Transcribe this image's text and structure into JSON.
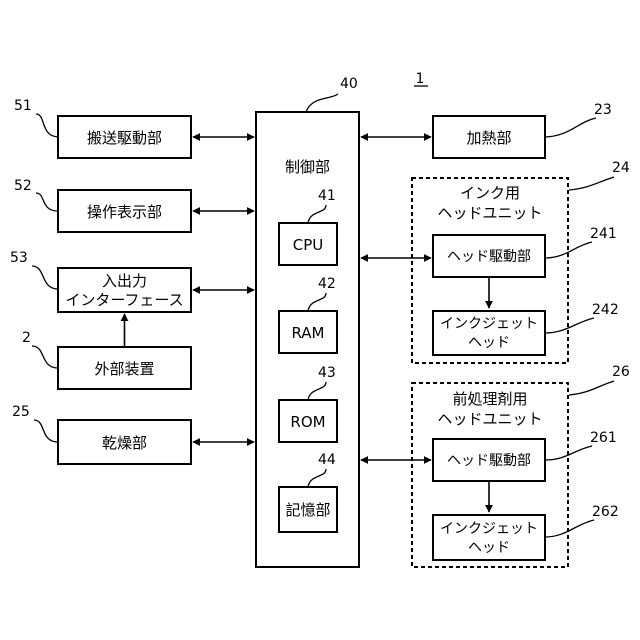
{
  "figure_number": "1",
  "blocks": {
    "transport_drive": {
      "ref": "51",
      "label": "搬送駆動部"
    },
    "operation_display": {
      "ref": "52",
      "label": "操作表示部"
    },
    "io_interface": {
      "ref": "53",
      "line1": "入出力",
      "line2": "インターフェース"
    },
    "external_device": {
      "ref": "2",
      "label": "外部装置"
    },
    "drying": {
      "ref": "25",
      "label": "乾燥部"
    },
    "controller": {
      "ref": "40",
      "label": "制御部",
      "cpu": {
        "ref": "41",
        "label": "CPU"
      },
      "ram": {
        "ref": "42",
        "label": "RAM"
      },
      "rom": {
        "ref": "43",
        "label": "ROM"
      },
      "storage": {
        "ref": "44",
        "label": "記憶部"
      }
    },
    "heating": {
      "ref": "23",
      "label": "加熱部"
    },
    "ink_head_unit": {
      "ref": "24",
      "line1": "インク用",
      "line2": "ヘッドユニット",
      "head_driver": {
        "ref": "241",
        "label": "ヘッド駆動部"
      },
      "inkjet_head": {
        "ref": "242",
        "line1": "インクジェット",
        "line2": "ヘッド"
      }
    },
    "pretreat_head_unit": {
      "ref": "26",
      "line1": "前処理剤用",
      "line2": "ヘッドユニット",
      "head_driver": {
        "ref": "261",
        "label": "ヘッド駆動部"
      },
      "inkjet_head": {
        "ref": "262",
        "line1": "インクジェット",
        "line2": "ヘッド"
      }
    }
  }
}
